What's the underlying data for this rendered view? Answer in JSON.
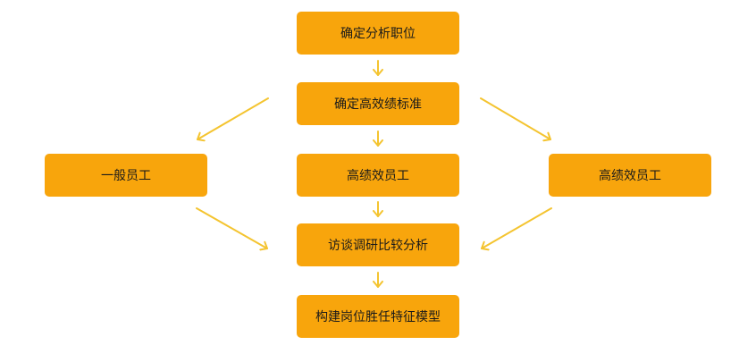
{
  "colors": {
    "box_fill": "#f8a50c",
    "arrow": "#f4c430",
    "text": "#1a1a1a"
  },
  "nodes": {
    "determine_position": "确定分析职位",
    "high_performance_standard": "确定高效绩标准",
    "general_staff": "一般员工",
    "high_performer_center": "高绩效员工",
    "high_performer_right": "高绩效员工",
    "interview_analysis": "访谈调研比较分析",
    "build_model": "构建岗位胜任特征模型"
  }
}
